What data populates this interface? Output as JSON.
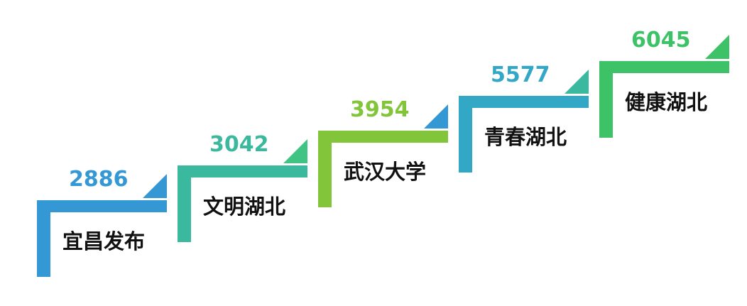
{
  "chart_data": {
    "type": "bar",
    "categories": [
      "宜昌发布",
      "文明湖北",
      "武汉大学",
      "青春湖北",
      "健康湖北"
    ],
    "values": [
      2886,
      3042,
      3954,
      5577,
      6045
    ],
    "value_labels": [
      "2886",
      "3042",
      "3954",
      "5577",
      "6045"
    ],
    "colors": [
      "#3498d4",
      "#3bb99e",
      "#82c43a",
      "#32a7c6",
      "#3dc267"
    ],
    "triangle_colors": [
      "#3498d4",
      "#41c384",
      "#3498d4",
      "#3bb99e",
      "#3dc267"
    ],
    "title": "",
    "xlabel": "",
    "ylabel": ""
  }
}
